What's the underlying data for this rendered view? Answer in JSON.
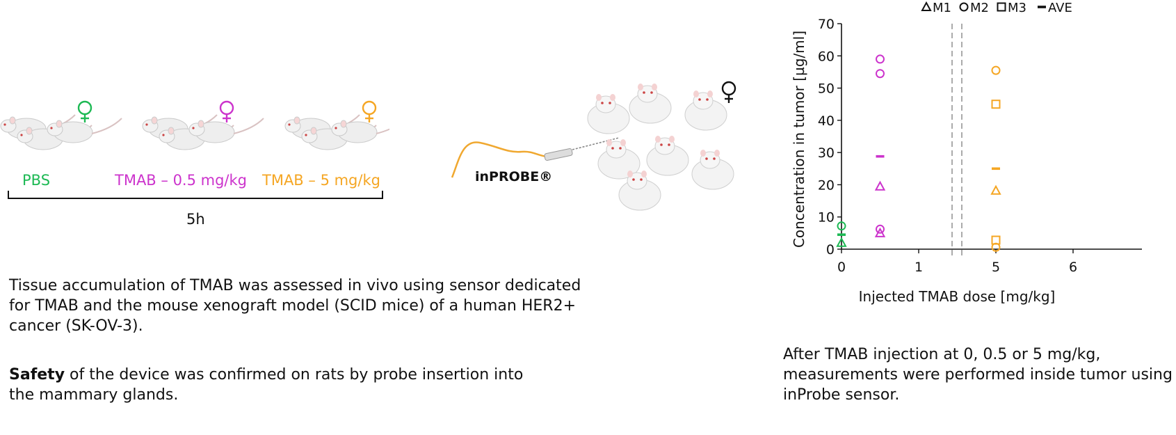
{
  "colors": {
    "pbs": "#1db954",
    "low_dose": "#cc33cc",
    "high_dose": "#f5a623",
    "probe_wire": "#f0a830",
    "ink": "#111111",
    "axis_break": "#aaaaaa"
  },
  "icons": [
    "mouse-group-icon",
    "female-symbol-icon",
    "inprobe-sensor-icon",
    "rat-group-icon"
  ],
  "groups": [
    {
      "label": "PBS",
      "color": "#1db954"
    },
    {
      "label": "TMAB – 0.5 mg/kg",
      "color": "#cc33cc"
    },
    {
      "label": "TMAB – 5 mg/kg",
      "color": "#f5a623"
    }
  ],
  "timeline": {
    "label": "5h"
  },
  "probe": {
    "label": "inPROBE®"
  },
  "text": {
    "mice_paragraph": "Tissue accumulation of TMAB was assessed in vivo using sensor dedicated for TMAB and the mouse xenograft model (SCID mice) of a human HER2+ cancer (SK-OV-3).",
    "safety_bold": "Safety",
    "safety_rest": " of the device was confirmed on rats by probe insertion into the mammary glands.",
    "chart_caption": "After TMAB injection at 0, 0.5 or 5 mg/kg, measurements were performed inside tumor using inProbe sensor."
  },
  "chart_data": {
    "type": "scatter",
    "xlabel": "Injected TMAB dose [mg/kg]",
    "ylabel": "Concentration in tumor [µg/ml]",
    "ylim": [
      0,
      70
    ],
    "yticks": [
      0,
      10,
      20,
      30,
      40,
      50,
      60,
      70
    ],
    "xticks": [
      "0",
      "1",
      "5",
      "6"
    ],
    "x_break": "between 1 and 5",
    "legend": [
      {
        "label": "M1",
        "marker": "triangle"
      },
      {
        "label": "M2",
        "marker": "circle"
      },
      {
        "label": "M3",
        "marker": "square"
      },
      {
        "label": "AVE",
        "marker": "dash"
      }
    ],
    "legend_position": "top",
    "grid": false,
    "groups": [
      {
        "dose": 0,
        "color": "#1db954",
        "M1": 2,
        "M2": [
          7.2
        ],
        "M3": null,
        "AVE": 4.5
      },
      {
        "dose": 0.5,
        "color": "#cc33cc",
        "M1": [
          19.5,
          5
        ],
        "M2": [
          59,
          54.5,
          6.2
        ],
        "M3": null,
        "AVE": 28.8
      },
      {
        "dose": 5,
        "color": "#f5a623",
        "M1": [
          18.2
        ],
        "M2": [
          55.5,
          0.6
        ],
        "M3": [
          45,
          2.8
        ],
        "AVE": 25
      }
    ]
  }
}
